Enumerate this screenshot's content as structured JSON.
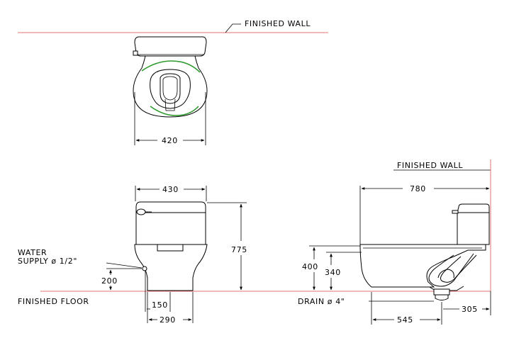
{
  "labels": {
    "finished_wall_top": "FINISHED  WALL",
    "finished_wall_side": "FINISHED  WALL",
    "finished_floor": "FINISHED  FLOOR",
    "water_supply_line1": "WATER",
    "water_supply_line2": "SUPPLY ø 1/2\"",
    "drain": "DRAIN ø 4\""
  },
  "dimensions": {
    "top_width": "420",
    "front_tank_width": "430",
    "front_height": "775",
    "supply_height": "200",
    "supply_offset": "150",
    "base_width": "290",
    "side_length": "780",
    "rim_height": "400",
    "seat_height": "340",
    "drain_to_front": "545",
    "drain_to_wall": "305"
  },
  "colors": {
    "reference_line": "#e07070",
    "seat_outline": "#2e9a2e"
  }
}
